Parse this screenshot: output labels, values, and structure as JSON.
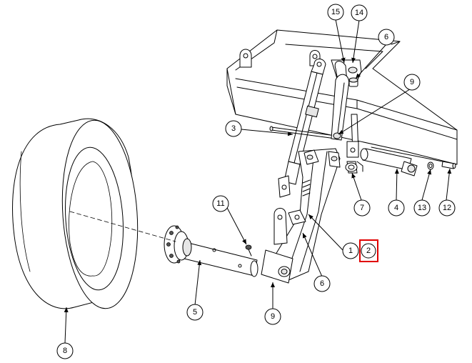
{
  "balloons": [
    "15",
    "14",
    "6",
    "9",
    "3",
    "4",
    "7",
    "13",
    "12",
    "11",
    "1",
    "2",
    "6",
    "5",
    "9",
    "8"
  ],
  "highlight_color": "#e00000"
}
